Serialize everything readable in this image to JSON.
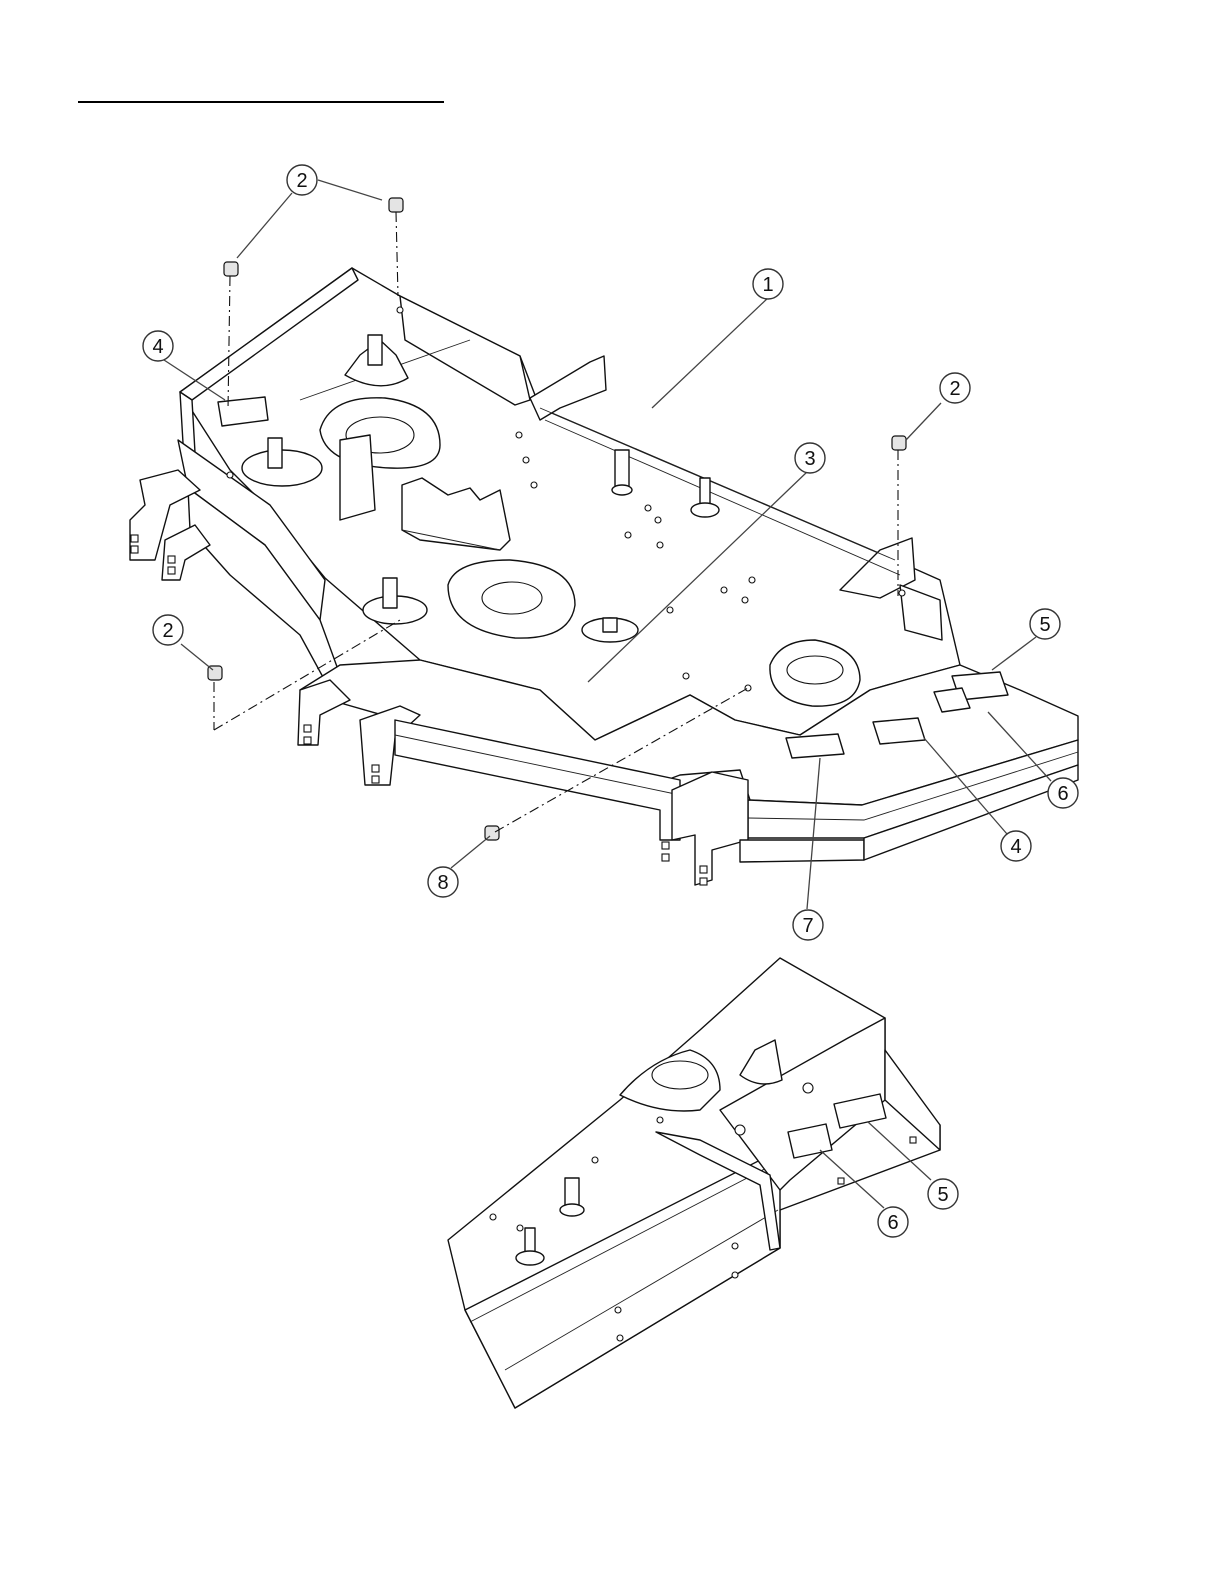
{
  "callouts": [
    {
      "id": "c-2a",
      "label": "2"
    },
    {
      "id": "c-2b",
      "label": "2"
    },
    {
      "id": "c-2c",
      "label": "2"
    },
    {
      "id": "c-1",
      "label": "1"
    },
    {
      "id": "c-4a",
      "label": "4"
    },
    {
      "id": "c-3",
      "label": "3"
    },
    {
      "id": "c-5a",
      "label": "5"
    },
    {
      "id": "c-6a",
      "label": "6"
    },
    {
      "id": "c-4b",
      "label": "4"
    },
    {
      "id": "c-7",
      "label": "7"
    },
    {
      "id": "c-8",
      "label": "8"
    },
    {
      "id": "c-5b",
      "label": "5"
    },
    {
      "id": "c-6b",
      "label": "6"
    }
  ]
}
